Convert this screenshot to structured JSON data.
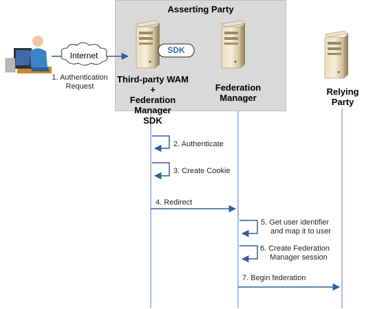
{
  "asserting_party": {
    "title": "Asserting Party"
  },
  "cloud": {
    "label": "Internet"
  },
  "sdk_badge": {
    "label": "SDK"
  },
  "user_step": {
    "line1": "1. Authentication",
    "line2": "Request"
  },
  "server_wam": {
    "line1": "Third-party WAM +",
    "line2": "Federation Manager",
    "line3": "SDK"
  },
  "server_fm": {
    "line1": "Federation",
    "line2": "Manager"
  },
  "server_rp": {
    "line1": "Relying",
    "line2": "Party"
  },
  "steps": {
    "s2": "2. Authenticate",
    "s3": "3. Create Cookie",
    "s4": "4. Redirect",
    "s5_l1": "5.  Get user identifier",
    "s5_l2": "and map it to user",
    "s6_l1": "6. Create Federation",
    "s6_l2": "Manager session",
    "s7": "7. Begin federation"
  },
  "colors": {
    "arrow": "#2f5d9e",
    "box": "#d9d9d9",
    "lifeline": "#4a7ab8"
  }
}
